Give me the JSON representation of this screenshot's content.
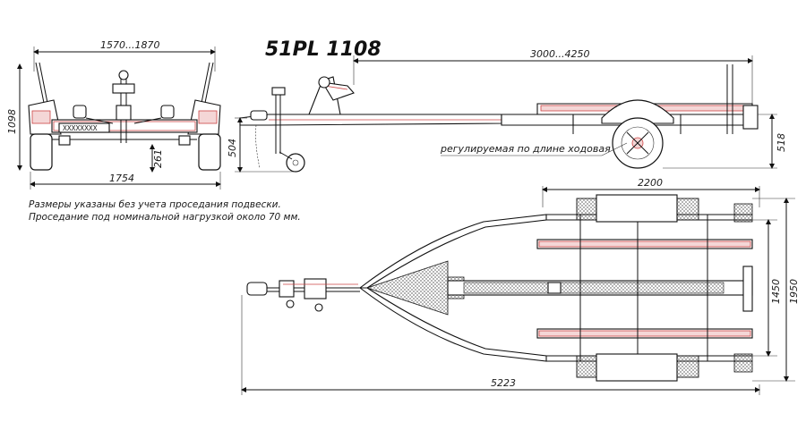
{
  "title": "51PL 1108",
  "notes": [
    "Размеры указаны без учета проседания подвески.",
    "Проседание под номинальной нагрузкой около 70 мм."
  ],
  "front_view": {
    "dim_width_top": "1570...1870",
    "dim_height_left": "1098",
    "dim_width_bottom": "1754",
    "dim_axle": "261",
    "plate_text": "XXXXXXXX"
  },
  "side_view": {
    "dim_length": "3000...4250",
    "dim_hitch_height": "504",
    "dim_rear_height": "518",
    "axle_note": "регулируемая по длине ходовая"
  },
  "top_view": {
    "dim_axle_width": "2200",
    "dim_inner_width": "1450",
    "dim_total_width": "1950",
    "dim_total_length": "5223"
  },
  "colors": {
    "line": "#111111",
    "accent": "#cc4444",
    "fill_accent": "#f4d6d6"
  }
}
